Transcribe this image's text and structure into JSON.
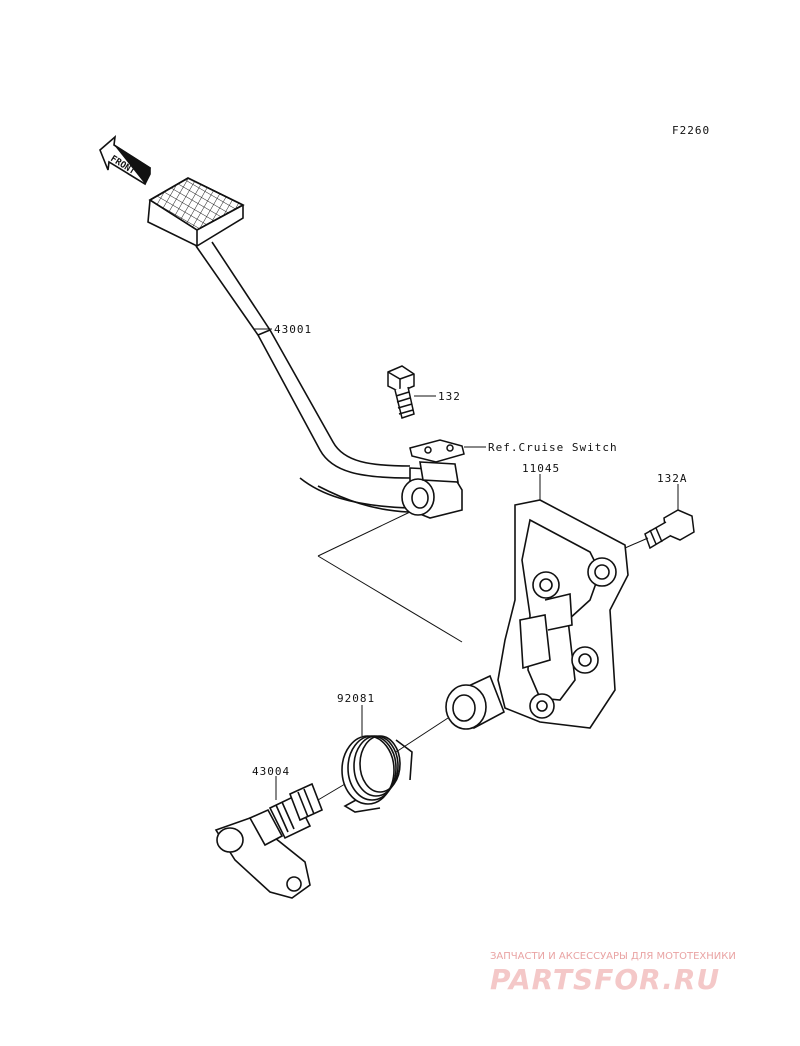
{
  "diagram": {
    "code": "F2260",
    "front_label": "FRONT",
    "parts": [
      {
        "number": "43001"
      },
      {
        "number": "132"
      },
      {
        "number": "132A"
      },
      {
        "number": "11045"
      },
      {
        "number": "92081"
      },
      {
        "number": "43004"
      }
    ],
    "reference_note": "Ref.Cruise Switch"
  },
  "watermark": {
    "tagline": "ЗАПЧАСТИ И АКСЕССУАРЫ ДЛЯ МОТОТЕХНИКИ",
    "brand": "PARTSFOR.RU",
    "color": "#f4c8c8"
  }
}
